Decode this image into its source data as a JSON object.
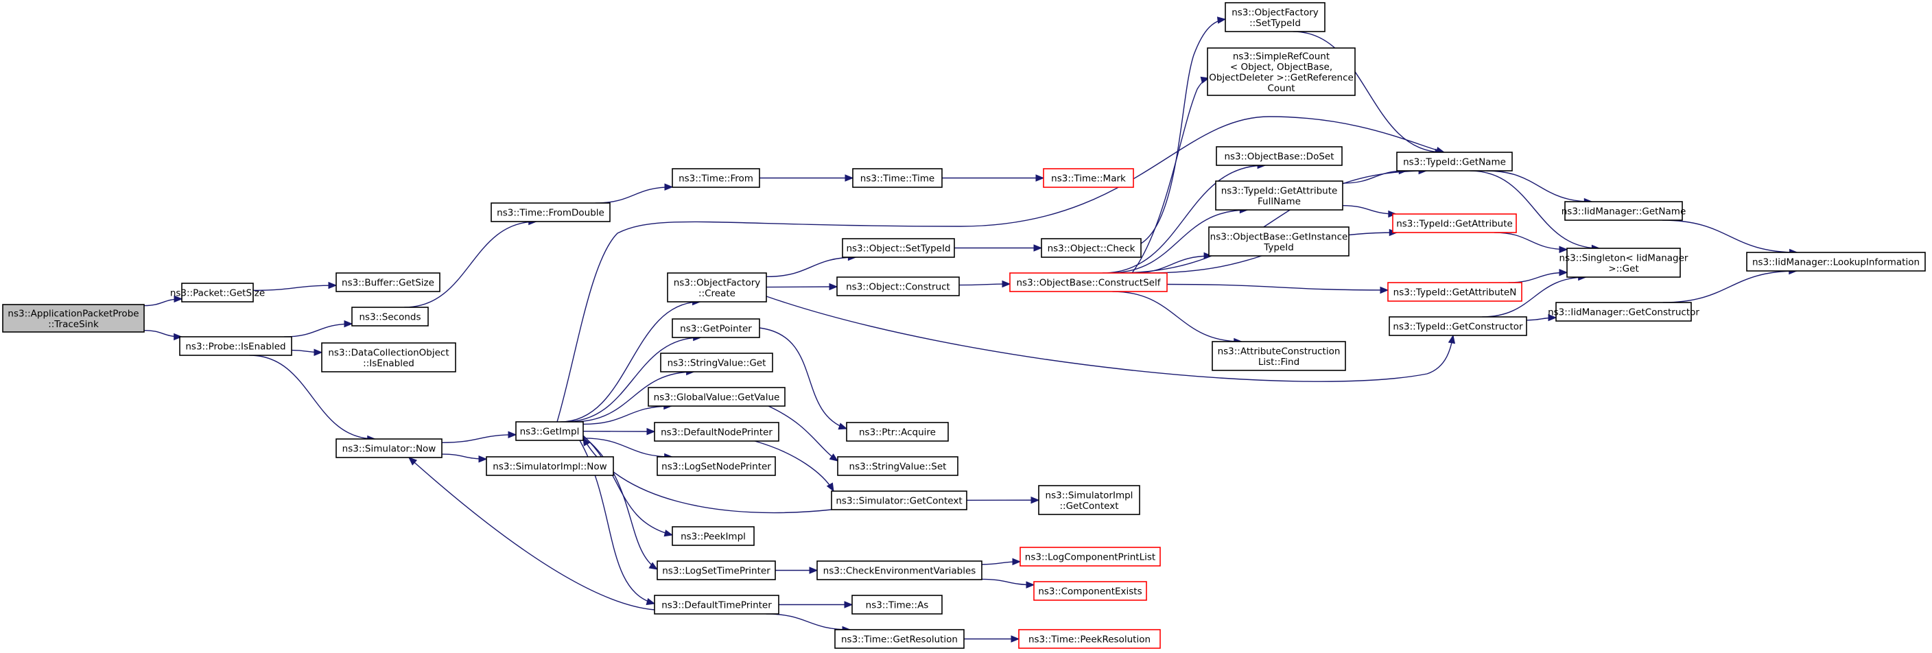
{
  "nodes": [
    {
      "id": "root",
      "lines": [
        "ns3::ApplicationPacketProbe",
        "::TraceSink"
      ],
      "style": "root",
      "interactable": false
    },
    {
      "id": "packet_getsize",
      "lines": [
        "ns3::Packet::GetSize"
      ],
      "style": "normal",
      "interactable": true
    },
    {
      "id": "buffer_getsize",
      "lines": [
        "ns3::Buffer::GetSize"
      ],
      "style": "normal",
      "interactable": true
    },
    {
      "id": "probe_isenabled",
      "lines": [
        "ns3::Probe::IsEnabled"
      ],
      "style": "normal",
      "interactable": true
    },
    {
      "id": "seconds",
      "lines": [
        "ns3::Seconds"
      ],
      "style": "normal",
      "interactable": true
    },
    {
      "id": "dco_isenabled",
      "lines": [
        "ns3::DataCollectionObject",
        "::IsEnabled"
      ],
      "style": "normal",
      "interactable": true
    },
    {
      "id": "sim_now",
      "lines": [
        "ns3::Simulator::Now"
      ],
      "style": "normal",
      "interactable": true
    },
    {
      "id": "time_fromdouble",
      "lines": [
        "ns3::Time::FromDouble"
      ],
      "style": "normal",
      "interactable": true
    },
    {
      "id": "time_from",
      "lines": [
        "ns3::Time::From"
      ],
      "style": "normal",
      "interactable": true
    },
    {
      "id": "time_time",
      "lines": [
        "ns3::Time::Time"
      ],
      "style": "normal",
      "interactable": true
    },
    {
      "id": "time_mark",
      "lines": [
        "ns3::Time::Mark"
      ],
      "style": "truncated",
      "interactable": true
    },
    {
      "id": "getimpl",
      "lines": [
        "ns3::GetImpl"
      ],
      "style": "normal",
      "interactable": true
    },
    {
      "id": "simimpl_now",
      "lines": [
        "ns3::SimulatorImpl::Now"
      ],
      "style": "normal",
      "interactable": true
    },
    {
      "id": "objfactory_create",
      "lines": [
        "ns3::ObjectFactory",
        "::Create"
      ],
      "style": "normal",
      "interactable": true
    },
    {
      "id": "getpointer",
      "lines": [
        "ns3::GetPointer"
      ],
      "style": "normal",
      "interactable": true
    },
    {
      "id": "stringvalue_get",
      "lines": [
        "ns3::StringValue::Get"
      ],
      "style": "normal",
      "interactable": true
    },
    {
      "id": "globalvalue_getvalue",
      "lines": [
        "ns3::GlobalValue::GetValue"
      ],
      "style": "normal",
      "interactable": true
    },
    {
      "id": "defaultnodeprinter",
      "lines": [
        "ns3::DefaultNodePrinter"
      ],
      "style": "normal",
      "interactable": true
    },
    {
      "id": "logsetnodeprinter",
      "lines": [
        "ns3::LogSetNodePrinter"
      ],
      "style": "normal",
      "interactable": true
    },
    {
      "id": "peekimpl",
      "lines": [
        "ns3::PeekImpl"
      ],
      "style": "normal",
      "interactable": true
    },
    {
      "id": "logsettimeprinter",
      "lines": [
        "ns3::LogSetTimePrinter"
      ],
      "style": "normal",
      "interactable": true
    },
    {
      "id": "defaulttimeprinter",
      "lines": [
        "ns3::DefaultTimePrinter"
      ],
      "style": "normal",
      "interactable": true
    },
    {
      "id": "object_settypeid",
      "lines": [
        "ns3::Object::SetTypeId"
      ],
      "style": "normal",
      "interactable": true
    },
    {
      "id": "object_construct",
      "lines": [
        "ns3::Object::Construct"
      ],
      "style": "normal",
      "interactable": true
    },
    {
      "id": "object_check",
      "lines": [
        "ns3::Object::Check"
      ],
      "style": "normal",
      "interactable": true
    },
    {
      "id": "ptr_acquire",
      "lines": [
        "ns3::Ptr::Acquire"
      ],
      "style": "normal",
      "interactable": true
    },
    {
      "id": "stringvalue_set",
      "lines": [
        "ns3::StringValue::Set"
      ],
      "style": "normal",
      "interactable": true
    },
    {
      "id": "sim_getcontext",
      "lines": [
        "ns3::Simulator::GetContext"
      ],
      "style": "normal",
      "interactable": true
    },
    {
      "id": "checkenv",
      "lines": [
        "ns3::CheckEnvironmentVariables"
      ],
      "style": "normal",
      "interactable": true
    },
    {
      "id": "time_as",
      "lines": [
        "ns3::Time::As"
      ],
      "style": "normal",
      "interactable": true
    },
    {
      "id": "time_getresolution",
      "lines": [
        "ns3::Time::GetResolution"
      ],
      "style": "normal",
      "interactable": true
    },
    {
      "id": "objectbase_constructself",
      "lines": [
        "ns3::ObjectBase::ConstructSelf"
      ],
      "style": "truncated",
      "interactable": true
    },
    {
      "id": "simimpl_getcontext",
      "lines": [
        "ns3::SimulatorImpl",
        "::GetContext"
      ],
      "style": "normal",
      "interactable": true
    },
    {
      "id": "logcomponentprintlist",
      "lines": [
        "ns3::LogComponentPrintList"
      ],
      "style": "truncated",
      "interactable": true
    },
    {
      "id": "componentexists",
      "lines": [
        "ns3::ComponentExists"
      ],
      "style": "truncated",
      "interactable": true
    },
    {
      "id": "time_peekresolution",
      "lines": [
        "ns3::Time::PeekResolution"
      ],
      "style": "truncated",
      "interactable": true
    },
    {
      "id": "objfactory_settypeid",
      "lines": [
        "ns3::ObjectFactory",
        "::SetTypeId"
      ],
      "style": "normal",
      "interactable": true
    },
    {
      "id": "simplerefcount",
      "lines": [
        "ns3::SimpleRefCount",
        "< Object, ObjectBase,",
        "ObjectDeleter >::GetReference",
        "Count"
      ],
      "style": "normal",
      "interactable": true
    },
    {
      "id": "objectbase_doset",
      "lines": [
        "ns3::ObjectBase::DoSet"
      ],
      "style": "normal",
      "interactable": true
    },
    {
      "id": "typeid_getattributefullname",
      "lines": [
        "ns3::TypeId::GetAttribute",
        "FullName"
      ],
      "style": "normal",
      "interactable": true
    },
    {
      "id": "objectbase_getinstancetypeid",
      "lines": [
        "ns3::ObjectBase::GetInstance",
        "TypeId"
      ],
      "style": "normal",
      "interactable": true
    },
    {
      "id": "attrconstructionlist_find",
      "lines": [
        "ns3::AttributeConstruction",
        "List::Find"
      ],
      "style": "normal",
      "interactable": true
    },
    {
      "id": "typeid_getname",
      "lines": [
        "ns3::TypeId::GetName"
      ],
      "style": "normal",
      "interactable": true
    },
    {
      "id": "typeid_getattribute",
      "lines": [
        "ns3::TypeId::GetAttribute"
      ],
      "style": "truncated",
      "interactable": true
    },
    {
      "id": "typeid_getattributen",
      "lines": [
        "ns3::TypeId::GetAttributeN"
      ],
      "style": "truncated",
      "interactable": true
    },
    {
      "id": "typeid_getconstructor",
      "lines": [
        "ns3::TypeId::GetConstructor"
      ],
      "style": "normal",
      "interactable": true
    },
    {
      "id": "iidmanager_getname",
      "lines": [
        "ns3::IidManager::GetName"
      ],
      "style": "normal",
      "interactable": true
    },
    {
      "id": "singleton_get",
      "lines": [
        "ns3::Singleton< IidManager",
        " >::Get"
      ],
      "style": "normal",
      "interactable": true
    },
    {
      "id": "iidmanager_getconstructor",
      "lines": [
        "ns3::IidManager::GetConstructor"
      ],
      "style": "normal",
      "interactable": true
    },
    {
      "id": "iidmanager_lookupinformation",
      "lines": [
        "ns3::IidManager::LookupInformation"
      ],
      "style": "normal",
      "interactable": true
    }
  ],
  "edges": [
    [
      "root",
      "packet_getsize"
    ],
    [
      "root",
      "probe_isenabled"
    ],
    [
      "packet_getsize",
      "buffer_getsize"
    ],
    [
      "probe_isenabled",
      "seconds"
    ],
    [
      "probe_isenabled",
      "dco_isenabled"
    ],
    [
      "probe_isenabled",
      "sim_now"
    ],
    [
      "seconds",
      "time_fromdouble"
    ],
    [
      "time_fromdouble",
      "time_from"
    ],
    [
      "time_from",
      "time_time"
    ],
    [
      "time_time",
      "time_mark"
    ],
    [
      "sim_now",
      "getimpl"
    ],
    [
      "sim_now",
      "simimpl_now"
    ],
    [
      "getimpl",
      "objfactory_create"
    ],
    [
      "getimpl",
      "getpointer"
    ],
    [
      "getimpl",
      "stringvalue_get"
    ],
    [
      "getimpl",
      "globalvalue_getvalue"
    ],
    [
      "getimpl",
      "defaultnodeprinter"
    ],
    [
      "getimpl",
      "logsetnodeprinter"
    ],
    [
      "getimpl",
      "peekimpl"
    ],
    [
      "getimpl",
      "logsettimeprinter"
    ],
    [
      "getimpl",
      "defaulttimeprinter"
    ],
    [
      "getimpl",
      "typeid_getname"
    ],
    [
      "objfactory_create",
      "object_settypeid"
    ],
    [
      "objfactory_create",
      "object_construct"
    ],
    [
      "objfactory_create",
      "typeid_getconstructor"
    ],
    [
      "object_settypeid",
      "object_check"
    ],
    [
      "object_check",
      "objfactory_settypeid"
    ],
    [
      "object_construct",
      "objectbase_constructself"
    ],
    [
      "getpointer",
      "ptr_acquire"
    ],
    [
      "globalvalue_getvalue",
      "stringvalue_set"
    ],
    [
      "defaultnodeprinter",
      "sim_getcontext"
    ],
    [
      "sim_getcontext",
      "getimpl"
    ],
    [
      "sim_getcontext",
      "simimpl_getcontext"
    ],
    [
      "logsettimeprinter",
      "checkenv"
    ],
    [
      "checkenv",
      "logcomponentprintlist"
    ],
    [
      "checkenv",
      "componentexists"
    ],
    [
      "defaulttimeprinter",
      "sim_now"
    ],
    [
      "defaulttimeprinter",
      "time_as"
    ],
    [
      "defaulttimeprinter",
      "time_getresolution"
    ],
    [
      "time_getresolution",
      "time_peekresolution"
    ],
    [
      "objectbase_constructself",
      "simplerefcount"
    ],
    [
      "objectbase_constructself",
      "objectbase_doset"
    ],
    [
      "objectbase_constructself",
      "typeid_getattributefullname"
    ],
    [
      "objectbase_constructself",
      "objectbase_getinstancetypeid"
    ],
    [
      "objectbase_constructself",
      "attrconstructionlist_find"
    ],
    [
      "objectbase_constructself",
      "typeid_getname"
    ],
    [
      "objectbase_constructself",
      "typeid_getattribute"
    ],
    [
      "objectbase_constructself",
      "typeid_getattributen"
    ],
    [
      "typeid_getattributefullname",
      "typeid_getname"
    ],
    [
      "typeid_getattributefullname",
      "typeid_getattribute"
    ],
    [
      "objfactory_settypeid",
      "typeid_getname"
    ],
    [
      "typeid_getname",
      "iidmanager_getname"
    ],
    [
      "typeid_getname",
      "singleton_get"
    ],
    [
      "typeid_getattribute",
      "singleton_get"
    ],
    [
      "typeid_getattributen",
      "singleton_get"
    ],
    [
      "typeid_getconstructor",
      "singleton_get"
    ],
    [
      "typeid_getconstructor",
      "iidmanager_getconstructor"
    ],
    [
      "iidmanager_getname",
      "iidmanager_lookupinformation"
    ],
    [
      "iidmanager_getconstructor",
      "iidmanager_lookupinformation"
    ]
  ],
  "colors": {
    "edge": "#191970",
    "node_border": "#000000",
    "truncated_border": "#ff0000",
    "root_fill": "#bfbfbf",
    "node_fill": "#ffffff"
  }
}
